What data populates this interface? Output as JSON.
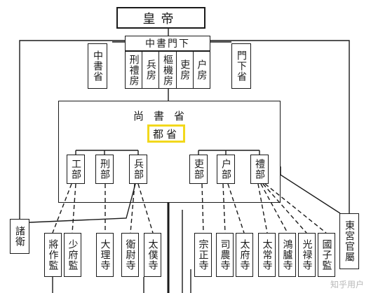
{
  "emperor": "皇帝",
  "zhongshu_menxia": "中書門下",
  "zhongshu_sheng": "中書省",
  "menxia_sheng": "門下省",
  "five_chambers": [
    "刑禮房",
    "兵房",
    "樞機房",
    "吏房",
    "户房"
  ],
  "shangshu_sheng": "尚書省",
  "dusheng": "都省",
  "six_ministries": [
    "工部",
    "刑部",
    "兵部",
    "吏部",
    "户部",
    "禮部"
  ],
  "zhuwei": "諸衛",
  "dongong_guanshu": "東宮官屬",
  "agencies": [
    "將作監",
    "少府監",
    "大理寺",
    "衛尉寺",
    "太僕寺",
    "宗正寺",
    "司農寺",
    "太府寺",
    "太常寺",
    "鴻臚寺",
    "光禄寺",
    "國子監"
  ],
  "watermark": "知乎用户",
  "colors": {
    "highlight": "#f2d81c",
    "line": "#1a1a1a"
  }
}
